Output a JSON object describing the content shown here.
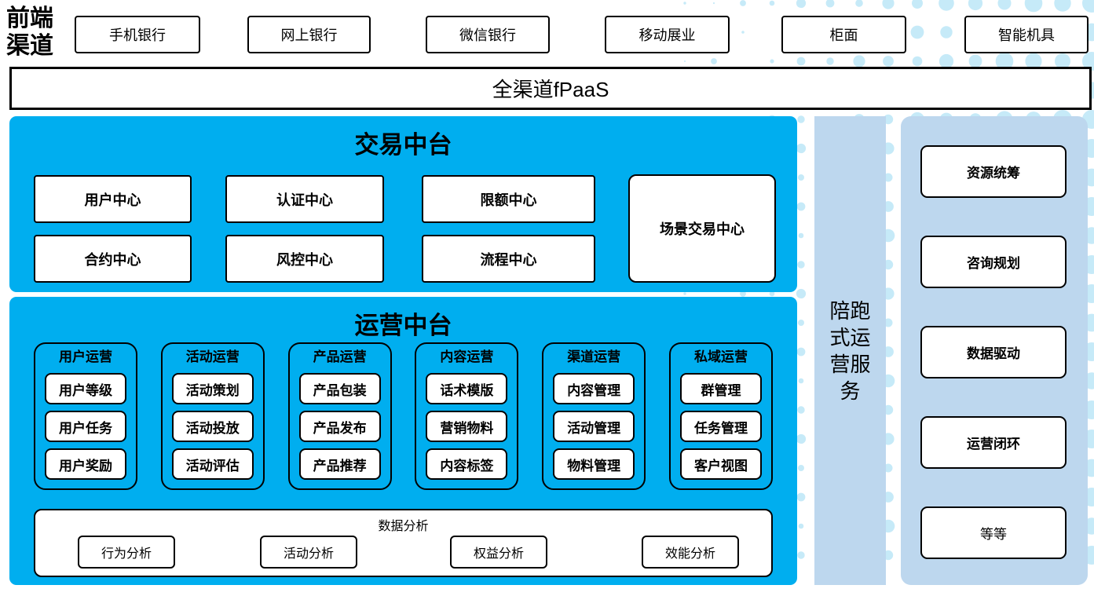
{
  "colors": {
    "cyan": "#00AEEF",
    "panel_blue": "#BDD7EE",
    "dot": "#C6EAF8"
  },
  "header": {
    "label_lines": [
      "前端",
      "渠道"
    ],
    "channels": [
      "手机银行",
      "网上银行",
      "微信银行",
      "移动展业",
      "柜面",
      "智能机具"
    ]
  },
  "fpaas": {
    "label": "全渠道fPaaS"
  },
  "trade": {
    "title": "交易中台",
    "centers": [
      "用户中心",
      "认证中心",
      "限额中心",
      "合约中心",
      "风控中心",
      "流程中心"
    ],
    "scene_center": "场景交易中心"
  },
  "ops": {
    "title": "运营中台",
    "columns": [
      {
        "title": "用户运营",
        "items": [
          "用户等级",
          "用户任务",
          "用户奖励"
        ]
      },
      {
        "title": "活动运营",
        "items": [
          "活动策划",
          "活动投放",
          "活动评估"
        ]
      },
      {
        "title": "产品运营",
        "items": [
          "产品包装",
          "产品发布",
          "产品推荐"
        ]
      },
      {
        "title": "内容运营",
        "items": [
          "话术模版",
          "营销物料",
          "内容标签"
        ]
      },
      {
        "title": "渠道运营",
        "items": [
          "内容管理",
          "活动管理",
          "物料管理"
        ]
      },
      {
        "title": "私域运营",
        "items": [
          "群管理",
          "任务管理",
          "客户视图"
        ]
      }
    ],
    "analysis": {
      "title": "数据分析",
      "items": [
        "行为分析",
        "活动分析",
        "权益分析",
        "效能分析"
      ]
    }
  },
  "companion_bar": {
    "label": "陪跑式运营服务",
    "lines": [
      "陪跑",
      "式运",
      "营服",
      "务"
    ]
  },
  "service_panel": {
    "items": [
      "资源统筹",
      "咨询规划",
      "数据驱动",
      "运营闭环",
      "等等"
    ]
  }
}
